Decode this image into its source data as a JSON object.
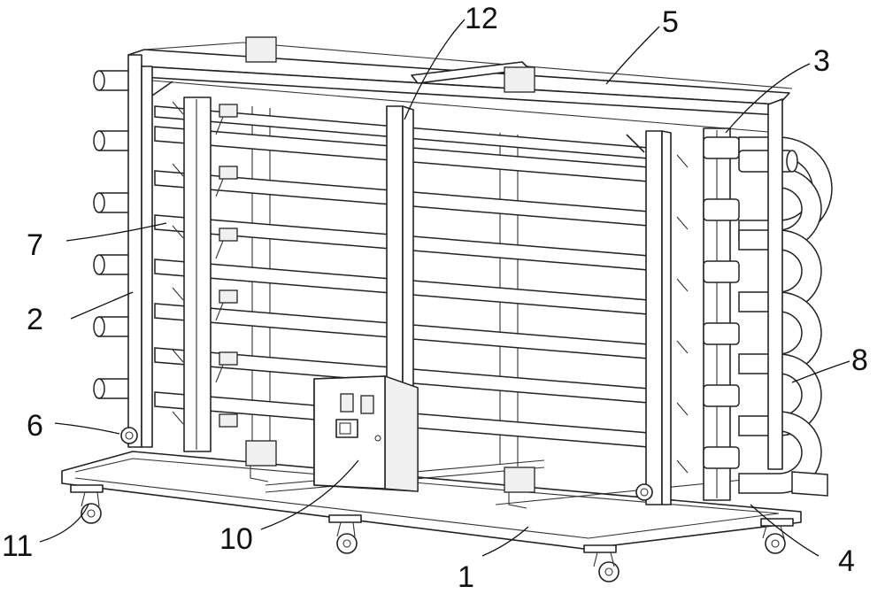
{
  "diagram": {
    "callouts": [
      {
        "id": "c1",
        "text": "1"
      },
      {
        "id": "c2",
        "text": "2"
      },
      {
        "id": "c3",
        "text": "3"
      },
      {
        "id": "c4",
        "text": "4"
      },
      {
        "id": "c5",
        "text": "5"
      },
      {
        "id": "c6",
        "text": "6"
      },
      {
        "id": "c7",
        "text": "7"
      },
      {
        "id": "c8",
        "text": "8"
      },
      {
        "id": "c10",
        "text": "10"
      },
      {
        "id": "c11",
        "text": "11"
      },
      {
        "id": "c12",
        "text": "12"
      }
    ]
  }
}
